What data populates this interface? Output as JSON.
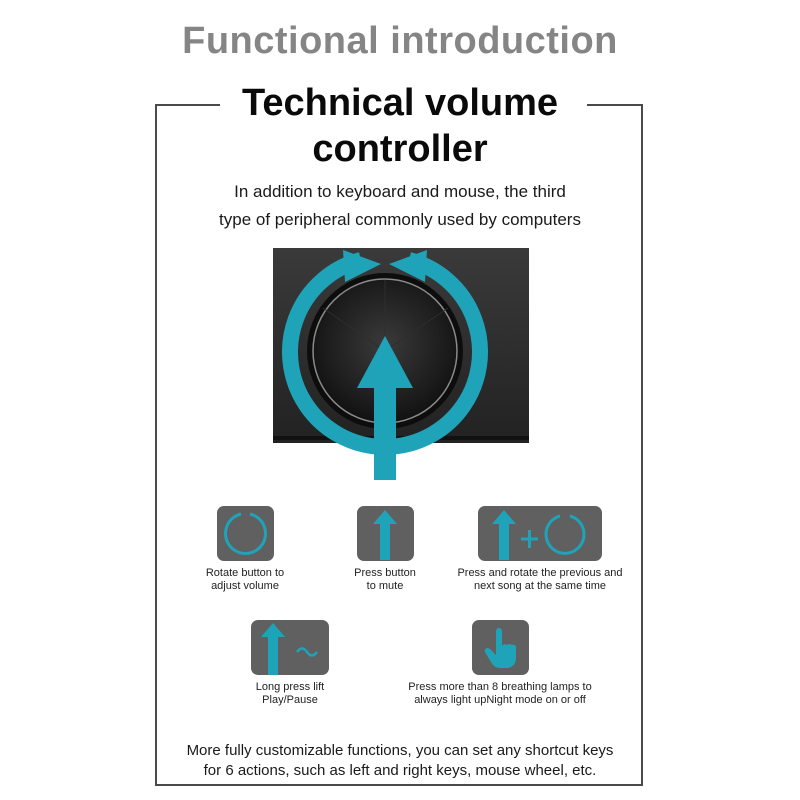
{
  "headline": "Functional introduction",
  "title": {
    "line1": "Technical volume",
    "line2": "controller"
  },
  "subtitle": {
    "line1": "In addition to keyboard and mouse, the third",
    "line2": "type of peripheral commonly used by computers"
  },
  "colors": {
    "accent": "#1fa3b8",
    "tile": "#606060",
    "device": "#2b2b2b",
    "headline": "#858585",
    "frame": "#4a4a4a"
  },
  "features": [
    {
      "icon": "rotate-icon",
      "line1": "Rotate button to",
      "line2": "adjust volume"
    },
    {
      "icon": "press-arrow-icon",
      "line1": "Press button",
      "line2": "to mute"
    },
    {
      "icon": "press-rotate-icon",
      "line1": "Press and rotate the previous and",
      "line2": "next song at the same time"
    },
    {
      "icon": "long-press-icon",
      "line1": "Long press lift",
      "line2": "Play/Pause"
    },
    {
      "icon": "hand-tap-icon",
      "line1": "Press more than 8 breathing lamps to",
      "line2": "always light upNight mode on or off"
    }
  ],
  "footer": {
    "line1": "More fully customizable functions, you can set any shortcut keys",
    "line2": "for 6 actions, such as left and right keys, mouse wheel, etc."
  }
}
